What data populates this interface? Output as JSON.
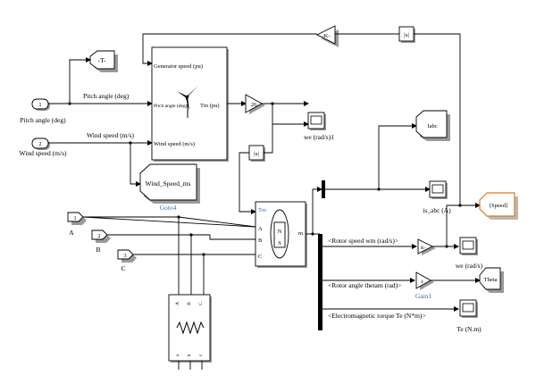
{
  "ports_in": {
    "p1": {
      "num": "1",
      "label": "Pitch angle (deg)"
    },
    "p2": {
      "num": "2",
      "label": "Wind speed (m/s)"
    },
    "pA": {
      "num": "1",
      "label": "A"
    },
    "pB": {
      "num": "2",
      "label": "B"
    },
    "pC": {
      "num": "3",
      "label": "C"
    }
  },
  "from_T": "-T-",
  "turbine": {
    "in1": "Generator speed (pu)",
    "in2": "Pitch angle (deg)",
    "in3": "Wind speed (m/s)",
    "out": "Tm (pu)"
  },
  "wire_labels": {
    "pitch": "Pitch angle (deg)",
    "wind": "Wind speed (m/s)"
  },
  "goto_wind": {
    "tag": "Wind_Speed_ms",
    "name": "Goto4"
  },
  "gain_K": "-K-",
  "abs_label": "|u|",
  "gain_26": "26",
  "scope_we1": "we (rad/s)1",
  "machine": {
    "tm": "Tm",
    "m": "m",
    "a": "A",
    "b": "B",
    "c": "C",
    "n": "N",
    "s": "S"
  },
  "goto_iabc": "Iabc",
  "scope_isabc": "is_abc (A)",
  "goto_speed": "[Speed]",
  "bus_signals": {
    "rotor_speed": "<Rotor speed wm (rad/s)>",
    "rotor_angle": "<Rotor angle thetam (rad)>",
    "torque": "<Electromagnetic torque Te (N*m)>"
  },
  "gain_rotor": "K-",
  "gain1": {
    "value": "4",
    "name": "Gain1"
  },
  "scope_we": "we (rad/s)",
  "goto_theta": "Theta",
  "scope_te": "Te (N.m)",
  "load": {
    "top": [
      "A",
      "B",
      "C"
    ],
    "bottom": [
      "a",
      "b",
      "c"
    ]
  },
  "colors": {
    "line": "#000000",
    "block_name": "#3a6fb0",
    "goto_speed_border": "#e07a1a",
    "shadow": "#9a9a9a"
  }
}
